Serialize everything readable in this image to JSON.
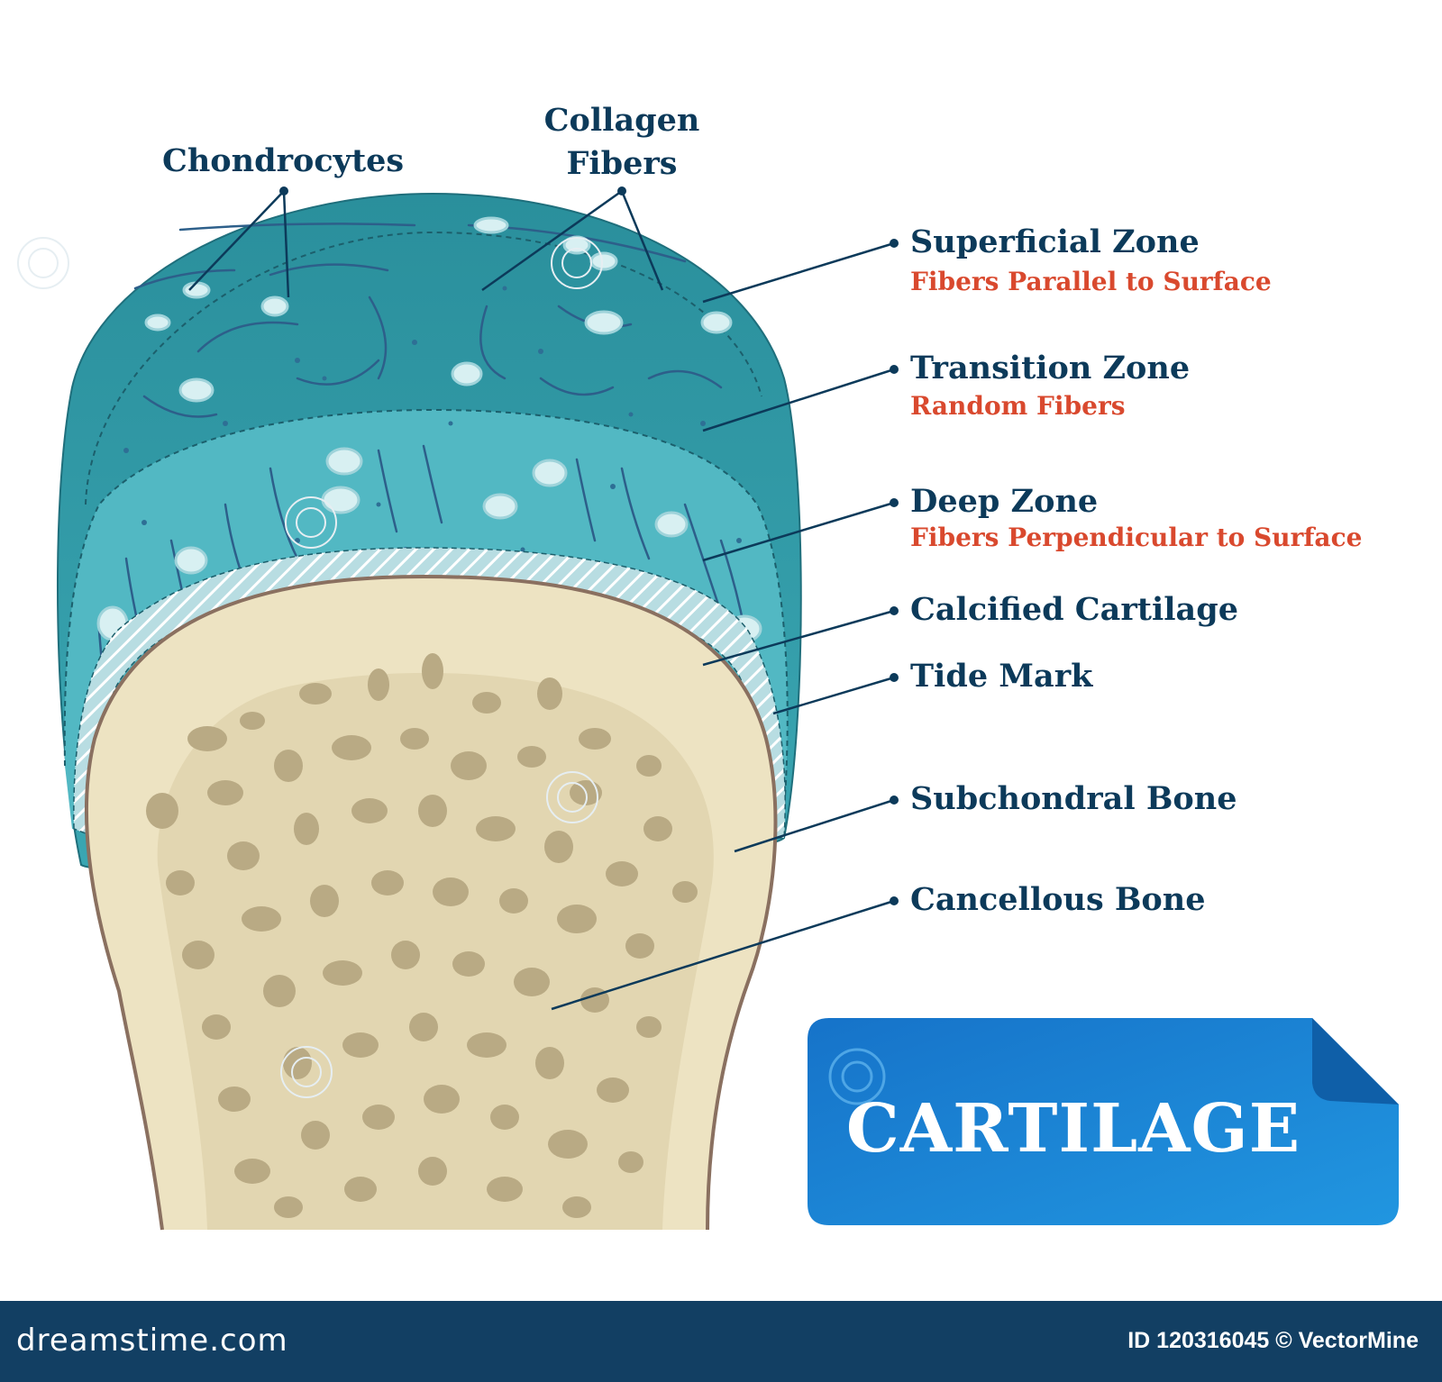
{
  "labels": {
    "chondrocytes": "Chondrocytes",
    "collagen_line1": "Collagen",
    "collagen_line2": "Fibers",
    "zones": [
      {
        "name": "Superficial Zone",
        "desc": "Fibers Parallel to Surface"
      },
      {
        "name": "Transition Zone",
        "desc": "Random Fibers"
      },
      {
        "name": "Deep Zone",
        "desc": "Fibers Perpendicular to Surface"
      },
      {
        "name": "Calcified Cartilage",
        "desc": ""
      },
      {
        "name": "Tide Mark",
        "desc": ""
      },
      {
        "name": "Subchondral Bone",
        "desc": ""
      },
      {
        "name": "Cancellous Bone",
        "desc": ""
      }
    ]
  },
  "badge": {
    "title": "CARTILAGE"
  },
  "footer": {
    "site": "dreamstime.com",
    "id_text": "ID 120316045 © VectorMine"
  },
  "colors": {
    "cartilage_outer": "#2f9aa6",
    "cartilage_inner": "#4fb8c4",
    "bone": "#ede3c2",
    "cancellous": "#b9aa84",
    "label_dark": "#0c3a5a",
    "label_red": "#d9492e",
    "badge_blue": "#1a7fd0",
    "footer_bg": "#123f63"
  }
}
